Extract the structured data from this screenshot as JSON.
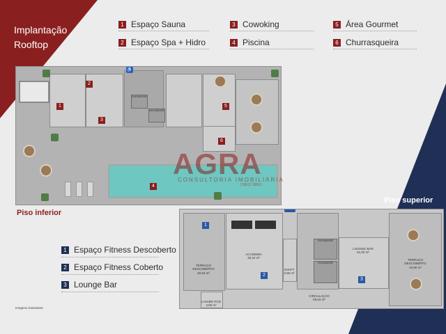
{
  "header": {
    "title_line1": "Implantação",
    "title_line2": "Rooftop"
  },
  "legend_top": [
    {
      "num": "1",
      "label": "Espaço Sauna"
    },
    {
      "num": "2",
      "label": "Espaço Spa + Hidro"
    },
    {
      "num": "3",
      "label": "Cowoking"
    },
    {
      "num": "4",
      "label": "Piscina"
    },
    {
      "num": "5",
      "label": "Área Gourmet"
    },
    {
      "num": "6",
      "label": "Churrasqueira"
    }
  ],
  "lower_floor": {
    "label": "Piso inferior",
    "elevator_label": "ELEVADOR",
    "badges": [
      "1",
      "2",
      "3",
      "4",
      "5",
      "6"
    ]
  },
  "upper_floor": {
    "label": "Piso superior",
    "rooms": {
      "terraco_left": "TERRAÇO DESCOBERTO",
      "terraco_left_area": "26,53 m²",
      "academia": "ACADEMIA",
      "academia_area": "30,32 m²",
      "shaft": "SHAFT",
      "shaft_area": "3,65 m²",
      "elevador": "ELEVADOR",
      "lounge": "LOUNGE BAR",
      "lounge_area": "61,00 m²",
      "terraco_right": "TERRAÇO DESCOBERTO",
      "terraco_right_area": "34,90 m²",
      "lavabo": "LAVABO PCD",
      "lavabo_area": "3,65 m²",
      "circulacao": "CIRCULAÇÃO",
      "circulacao_area": "59,63 m²"
    },
    "badges": [
      "1",
      "2",
      "3"
    ]
  },
  "legend_bottom": [
    {
      "num": "1",
      "label": "Espaço Fitness Descoberto"
    },
    {
      "num": "2",
      "label": "Espaço Fitness Coberto"
    },
    {
      "num": "3",
      "label": "Lounge Bar"
    }
  ],
  "watermark": {
    "brand": "AGRA",
    "sub": "CONSULTORIA IMOBILIÁRIA",
    "phone": "CRECI 3880J"
  },
  "footnote": "Imagens ilustrativas",
  "colors": {
    "brand_red": "#8a1f1f",
    "navy": "#1f2f55",
    "pool": "#6ec7c0",
    "accent_blue": "#2b58a6"
  },
  "icons": {
    "accessibility": "wheelchair-icon"
  }
}
